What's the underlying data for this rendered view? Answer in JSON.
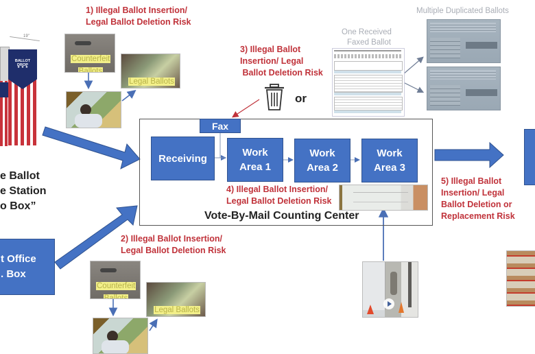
{
  "risks": {
    "r1": [
      "1) Illegal Ballot Insertion/",
      "Legal Ballot Deletion Risk"
    ],
    "r2": [
      "2) Illegal Ballot Insertion/",
      "Legal Ballot Deletion Risk"
    ],
    "r3": [
      "3) Illegal Ballot",
      "Insertion/ Legal",
      " Ballot Deletion Risk"
    ],
    "r4": [
      "4) Illegal Ballot Insertion/",
      "Legal Ballot Deletion Risk"
    ],
    "r5": [
      "5) Illegal Ballot",
      "Insertion/ Legal",
      "Ballot Deletion or",
      "Replacement Risk"
    ]
  },
  "sources": {
    "dropbox_label": [
      "e Ballot",
      "e Station",
      "o Box”"
    ],
    "dropbox_sign": "BALLOT DROP",
    "dropbox_dim": "19\"",
    "post_office": [
      "t Office",
      ". Box"
    ]
  },
  "photos": {
    "counterfeit": [
      "Counterfeit",
      "Ballots"
    ],
    "legal": "Legal Ballots"
  },
  "fax": {
    "received_title": [
      "One Received",
      "Faxed Ballot"
    ],
    "duplicated_title": "Multiple Duplicated Ballots",
    "or_label": "or",
    "trash_icon": "trash-can-icon"
  },
  "center": {
    "title": "Vote-By-Mail Counting Center",
    "fax": "Fax",
    "receiving": "Receiving",
    "work1": [
      "Work",
      "Area 1"
    ],
    "work2": [
      "Work",
      "Area 2"
    ],
    "work3": [
      "Work",
      "Area 3"
    ]
  },
  "colors": {
    "box_blue": "#4472c4",
    "risk_red": "#c0323a",
    "highlight_yellow": "#f3f08a"
  }
}
